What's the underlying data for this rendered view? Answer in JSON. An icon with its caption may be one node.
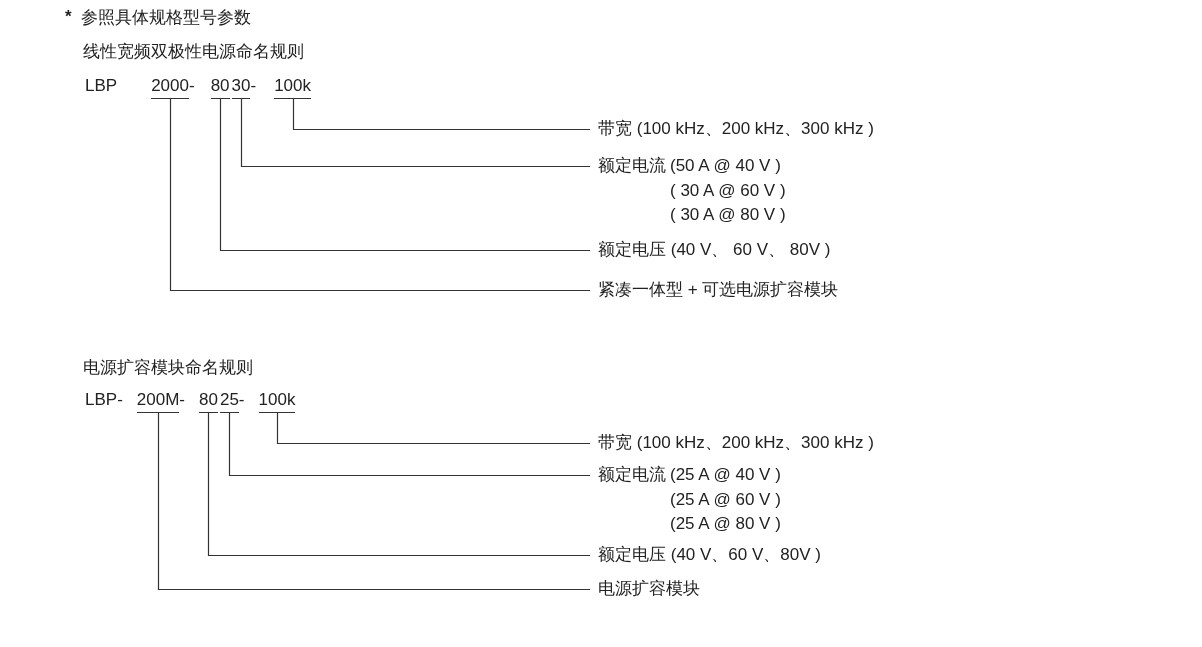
{
  "diagram": {
    "nodes": [
      {
        "text": [
          "2000"
        ]
      },
      {
        "text": [
          "80"
        ]
      },
      {
        "text": [
          "30"
        ]
      },
      {
        "text": [
          "100k"
        ]
      },
      {
        "text": [
          "带宽 (100 kHz、200 kHz、300 kHz )"
        ]
      },
      {
        "text": [
          "额定电流",
          "(50 A @ 40 V )",
          "( 30 A @ 60 V )",
          "( 30 A @ 80 V )"
        ]
      },
      {
        "text": [
          "额定电压 (40 V、 60 V、 80V )"
        ]
      },
      {
        "text": [
          "紧凑一体型 + 可选电源扩容模块"
        ]
      },
      {
        "text": [
          "200M"
        ]
      },
      {
        "text": [
          "80"
        ]
      },
      {
        "text": [
          "25"
        ]
      },
      {
        "text": [
          "100k"
        ]
      },
      {
        "text": [
          "带宽 (100 kHz、200 kHz、300 kHz )"
        ]
      },
      {
        "text": [
          "额定电流",
          "(25 A @ 40 V )",
          "(25 A @ 60 V )",
          "(25 A @ 80 V )"
        ]
      },
      {
        "text": [
          "额定电压 (40 V、60 V、80V )"
        ]
      },
      {
        "text": [
          "电源扩容模块"
        ]
      }
    ],
    "edges": [
      {
        "from": 3,
        "to": 4,
        "arrow": "none"
      },
      {
        "from": 2,
        "to": 5,
        "arrow": "none"
      },
      {
        "from": 1,
        "to": 6,
        "arrow": "none"
      },
      {
        "from": 0,
        "to": 7,
        "arrow": "none"
      },
      {
        "from": 11,
        "to": 12,
        "arrow": "none"
      },
      {
        "from": 10,
        "to": 13,
        "arrow": "none"
      },
      {
        "from": 9,
        "to": 14,
        "arrow": "none"
      },
      {
        "from": 8,
        "to": 15,
        "arrow": "none"
      }
    ],
    "labels": [
      "*",
      "参照具体规格型号参数",
      "线性宽频双极性电源命名规则",
      "LBP",
      "-",
      "-",
      "电源扩容模块命名规则",
      "LBP-",
      "-",
      "-"
    ]
  }
}
